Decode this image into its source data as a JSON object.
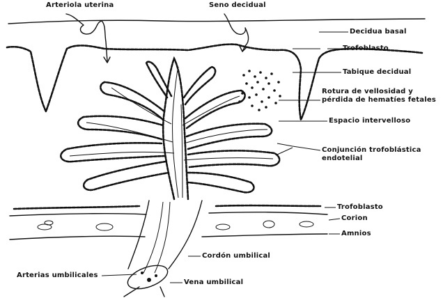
{
  "labels": {
    "arteriola_uterina": "Arteriola uterina",
    "seno_decidual": "Seno decidual",
    "decidua_basal": "Decidua basal",
    "trofoblasto_top": "Trofoblasto",
    "tabique_decidual": "Tabique decidual",
    "rotura_line1": "Rotura de vellosidad y",
    "rotura_line2": "pérdida de hematíes fetales",
    "espacio_intervelloso": "Espacio intervelloso",
    "conjuncion_line1": "Conjunción trofoblástica",
    "conjuncion_line2": "endotelial",
    "trofoblasto_bottom": "Trofoblasto",
    "corion": "Corion",
    "amnios": "Amnios",
    "cordon_umbilical": "Cordón umbilical",
    "arterias_umbilicales": "Arterias umbilicales",
    "vena_umbilical": "Vena umbilical"
  }
}
